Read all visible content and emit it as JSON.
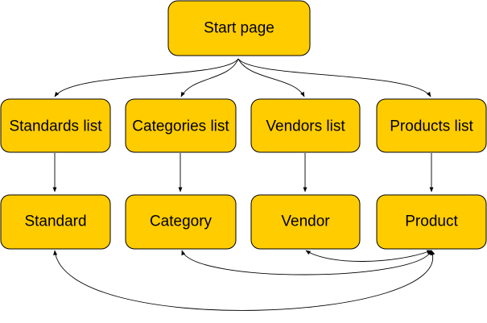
{
  "diagram": {
    "nodes": [
      {
        "id": "start",
        "label": "Start page"
      },
      {
        "id": "standards_list",
        "label": "Standards list"
      },
      {
        "id": "categories_list",
        "label": "Categories list"
      },
      {
        "id": "vendors_list",
        "label": "Vendors list"
      },
      {
        "id": "products_list",
        "label": "Products list"
      },
      {
        "id": "standard",
        "label": "Standard"
      },
      {
        "id": "category",
        "label": "Category"
      },
      {
        "id": "vendor",
        "label": "Vendor"
      },
      {
        "id": "product",
        "label": "Product"
      }
    ],
    "edges": [
      {
        "from": "start",
        "to": "standards_list",
        "directed": true
      },
      {
        "from": "start",
        "to": "categories_list",
        "directed": true
      },
      {
        "from": "start",
        "to": "vendors_list",
        "directed": true
      },
      {
        "from": "start",
        "to": "products_list",
        "directed": true
      },
      {
        "from": "standards_list",
        "to": "standard",
        "directed": true
      },
      {
        "from": "categories_list",
        "to": "category",
        "directed": true
      },
      {
        "from": "vendors_list",
        "to": "vendor",
        "directed": true
      },
      {
        "from": "products_list",
        "to": "product",
        "directed": true
      },
      {
        "from": "product",
        "to": "vendor",
        "directed": true,
        "bidirectional": true
      },
      {
        "from": "product",
        "to": "category",
        "directed": true,
        "bidirectional": true
      },
      {
        "from": "product",
        "to": "standard",
        "directed": true,
        "bidirectional": true
      }
    ],
    "colors": {
      "node_fill": "#FFCC00",
      "node_stroke": "#000000",
      "edge": "#000000",
      "background": "#FFFFFF"
    }
  }
}
